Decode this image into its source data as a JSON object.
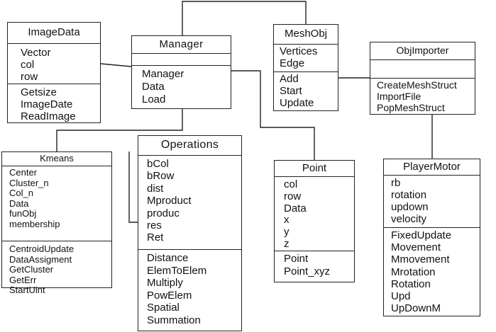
{
  "classes": {
    "imagedata": {
      "name": "ImageData",
      "attributes": [
        "Vector",
        "col",
        "row"
      ],
      "methods": [
        "Getsize",
        "ImageDate",
        "ReadImage"
      ]
    },
    "manager": {
      "name": "Manager",
      "attributes": [],
      "methods": [
        "Manager",
        "Data",
        "Load"
      ]
    },
    "meshobj": {
      "name": "MeshObj",
      "attributes": [
        "Vertices",
        "Edge"
      ],
      "methods": [
        "Add",
        "Start",
        "Update"
      ]
    },
    "objimporter": {
      "name": "ObjImporter",
      "attributes": [],
      "methods": [
        "CreateMeshStruct",
        "ImportFile",
        "PopMeshStruct"
      ]
    },
    "kmeans": {
      "name": "Kmeans",
      "attributes": [
        "Center",
        "Cluster_n",
        "Col_n",
        "Data",
        "funObj",
        "membership"
      ],
      "methods": [
        "CentroidUpdate",
        "DataAssigment",
        "GetCluster",
        "GetErr",
        "StartUint"
      ]
    },
    "operations": {
      "name": "Operations",
      "attributes": [
        "bCol",
        "bRow",
        "dist",
        "Mproduct",
        "produc",
        "res",
        "Ret"
      ],
      "methods": [
        "Distance",
        "ElemToElem",
        "Multiply",
        "PowElem",
        "Spatial",
        "Summation"
      ]
    },
    "point": {
      "name": "Point",
      "attributes": [
        "col",
        "row",
        "Data",
        "x",
        "y",
        "z"
      ],
      "methods": [
        "Point",
        "Point_xyz"
      ]
    },
    "playermotor": {
      "name": "PlayerMotor",
      "attributes": [
        "rb",
        "rotation",
        "updown",
        "velocity"
      ],
      "methods": [
        "FixedUpdate",
        "Movement",
        "Mmovement",
        "Mrotation",
        "Rotation",
        "Upd",
        "UpDownM"
      ]
    }
  }
}
